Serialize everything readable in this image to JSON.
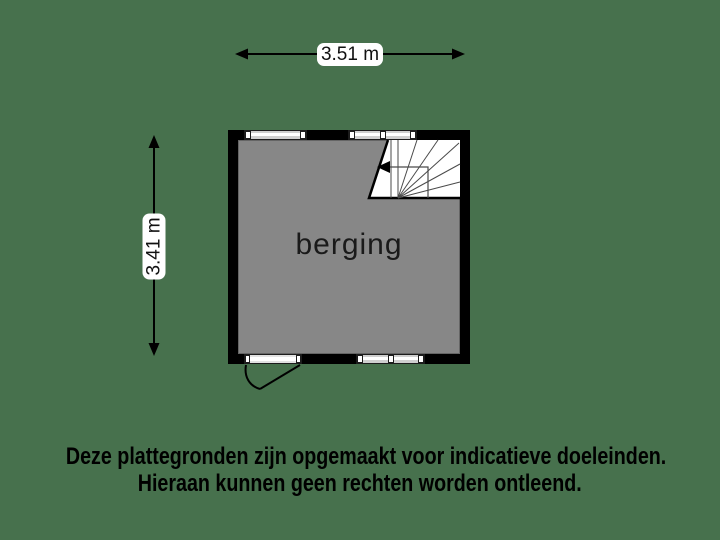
{
  "floor_plan": {
    "room_label": "berging",
    "dimensions": {
      "width": "3.51 m",
      "height": "3.41 m"
    }
  },
  "disclaimer": {
    "line1": "Deze plattegronden zijn opgemaakt voor indicatieve doeleinden.",
    "line2": "Hieraan kunnen geen rechten worden ontleend."
  },
  "colors": {
    "background": "#47714D",
    "room_fill": "#878787",
    "wall": "#000000",
    "label_bg": "#FFFFFF",
    "text": "#111111"
  }
}
